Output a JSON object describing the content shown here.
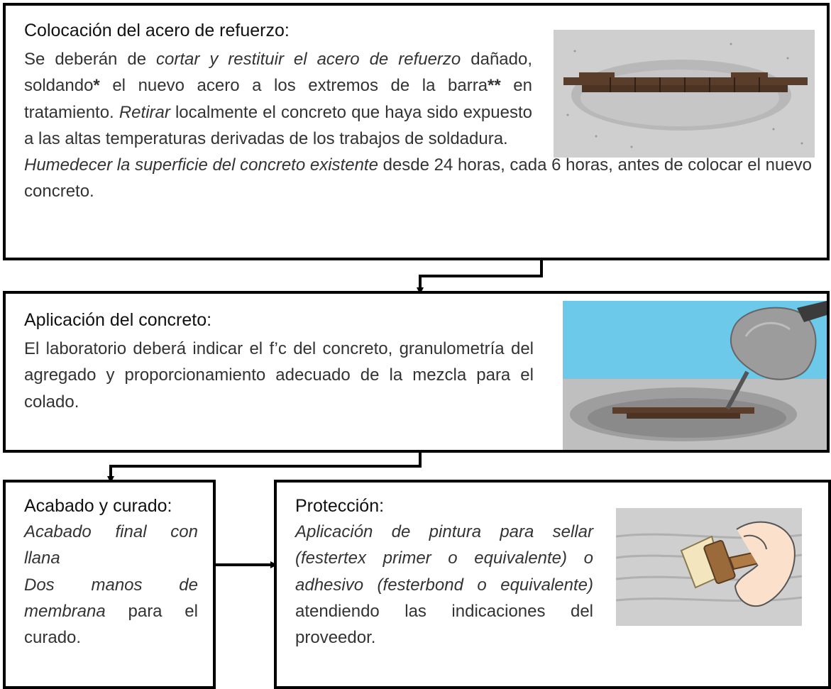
{
  "box1": {
    "title": "Colocación del acero de refuerzo:",
    "p1_a": "Se deberán de ",
    "p1_b": "cortar y restituir el acero de refuerzo",
    "p1_c": " dañado, soldando",
    "p1_d": "*",
    "p1_e": " el nuevo acero a los extremos de la barra",
    "p1_f": "**",
    "p1_g": " en tratamiento. ",
    "p1_h": "Retirar",
    "p1_i": " localmente el concreto que haya sido expuesto a las altas temperaturas derivadas de los trabajos de soldadura.",
    "p2_a": "Humedecer la superficie del concreto existente",
    "p2_b": " desde 24 horas, cada 6 horas, antes de colocar el nuevo concreto."
  },
  "box2": {
    "title": "Aplicación del concreto:",
    "text": "El laboratorio deberá indicar el f’c del concreto, granulometría del agregado y proporcionamiento adecuado de la mezcla para el colado."
  },
  "box3": {
    "title": "Acabado y curado:",
    "line1": "Acabado final con llana",
    "line2a": "Dos manos de membrana",
    "line2b": " para el curado."
  },
  "box4": {
    "title": "Protección:",
    "italic": "Aplicación de pintura para sellar (festertex primer o equivalente) o adhesivo (festerbond o equivalente)",
    "normal": " atendiendo las indicaciones del proveedor."
  }
}
